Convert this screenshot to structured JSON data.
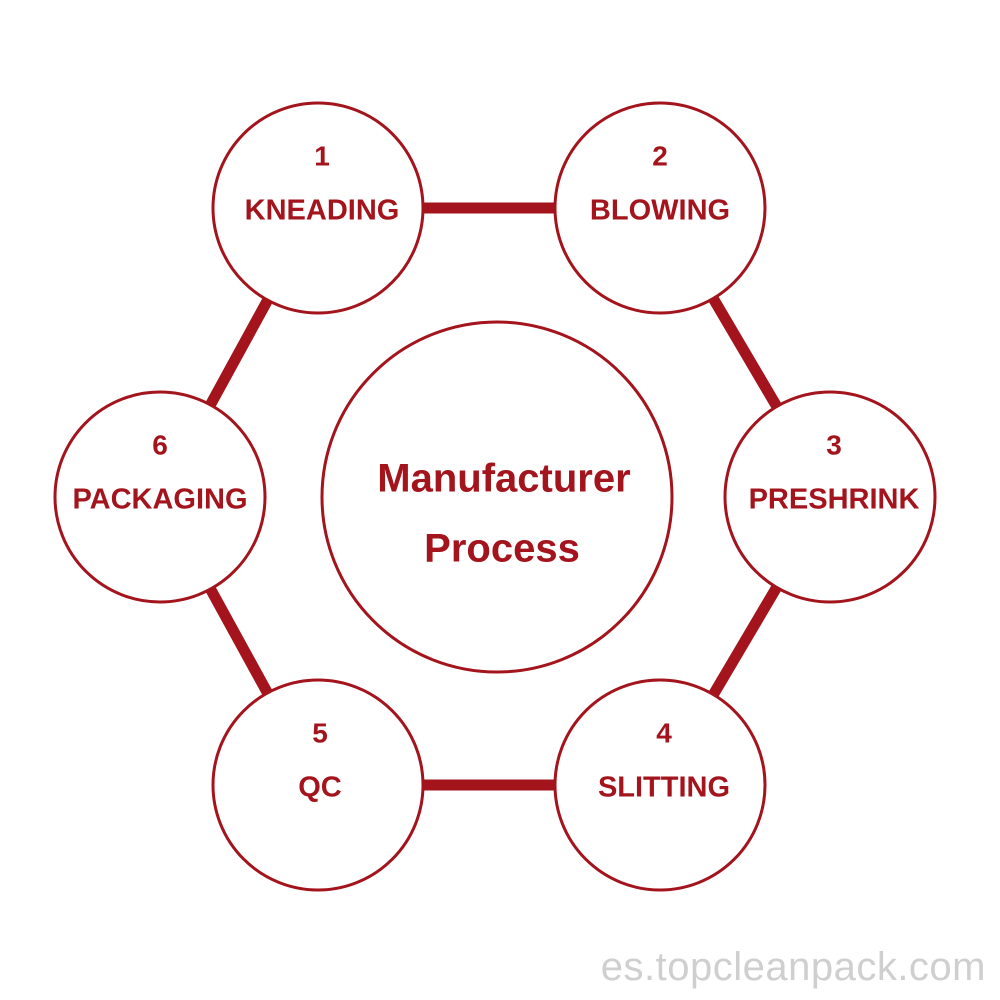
{
  "colors": {
    "primary": "#a3141d",
    "background": "#ffffff",
    "watermark": "#cfcfcf"
  },
  "center": {
    "line1": "Manufacturer",
    "line2": "Process"
  },
  "steps": [
    {
      "number": "1",
      "label": "KNEADING"
    },
    {
      "number": "2",
      "label": "BLOWING"
    },
    {
      "number": "3",
      "label": "PRESHRINK"
    },
    {
      "number": "4",
      "label": "SLITTING"
    },
    {
      "number": "5",
      "label": "QC"
    },
    {
      "number": "6",
      "label": "PACKAGING"
    }
  ],
  "watermark": "es.topcleanpack.com"
}
